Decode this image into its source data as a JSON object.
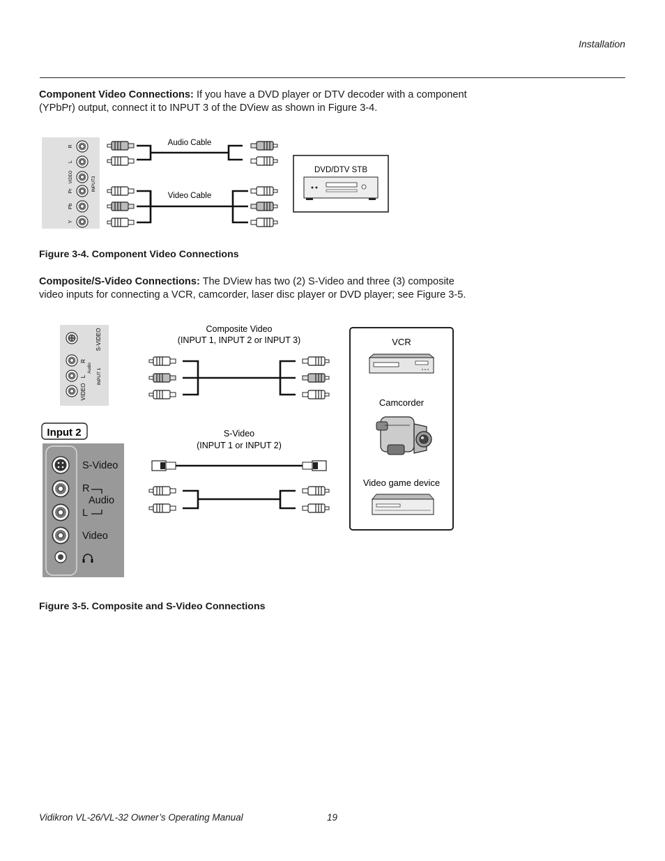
{
  "header": {
    "section": "Installation"
  },
  "para1": {
    "lead": "Component Video Connections:",
    "text": " If you have a DVD player or DTV decoder with a component (YPbPr) output, connect it to INPUT 3 of the DView as shown in Figure 3-4."
  },
  "figure1": {
    "panel_labels": [
      "R",
      "L",
      "VIDEO",
      "Pr",
      "Pb",
      "Y"
    ],
    "panel_group": "INPUT3",
    "audio_cable": "Audio Cable",
    "video_cable": "Video Cable",
    "device": "DVD/DTV STB",
    "caption": "Figure 3-4. Component Video Connections"
  },
  "para2": {
    "lead": "Composite/S-Video Connections:",
    "text": " The DView has two (2) S-Video and three (3) composite video inputs for connecting a VCR, camcorder, laser disc player or DVD player; see Figure 3-5."
  },
  "figure2": {
    "panel1": {
      "svideo": "S-VIDEO",
      "r": "R",
      "l": "L",
      "audio": "Audio",
      "video": "VIDEO",
      "group": "INPUT 1"
    },
    "input2_label": "Input  2",
    "panel2": {
      "svideo": "S-Video",
      "r": "R",
      "audio": "Audio",
      "l": "L",
      "video": "Video"
    },
    "composite_line1": "Composite Video",
    "composite_line2": "(INPUT 1, INPUT 2 or INPUT 3)",
    "svideo_line1": "S-Video",
    "svideo_line2": "(INPUT 1 or INPUT 2)",
    "devices": [
      "VCR",
      "Camcorder",
      "Video game device"
    ],
    "caption": "Figure 3-5. Composite and S-Video Connections"
  },
  "footer": {
    "manual": "Vidikron VL-26/VL-32 Owner’s Operating Manual",
    "page": "19"
  }
}
